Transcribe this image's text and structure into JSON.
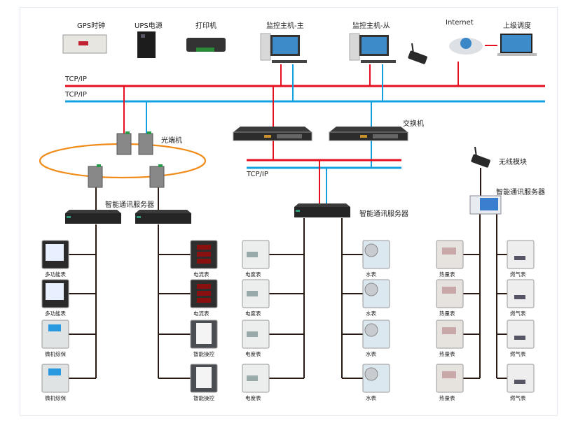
{
  "top_devices": {
    "gps": "GPS时钟",
    "ups": "UPS电源",
    "printer": "打印机",
    "host_main": "监控主机-主",
    "host_backup": "监控主机-从",
    "internet": "Internet",
    "upper_dispatch": "上级调度"
  },
  "networks": {
    "red_bus": "TCP/IP",
    "blue_bus": "TCP/IP",
    "lower_bus": "TCP/IP"
  },
  "middle": {
    "optical_transceiver": "光端机",
    "switch": "交换机",
    "wireless_module": "无线模块",
    "comm_server_left": "智能通讯服务器",
    "comm_server_mid": "智能通讯服务器",
    "comm_server_right": "智能通讯服务器"
  },
  "columns": [
    {
      "name": "col-1",
      "items": [
        "多功能表",
        "多功能表",
        "微机综保",
        "微机综保"
      ]
    },
    {
      "name": "col-2",
      "items": [
        "电流表",
        "电流表",
        "智能操控",
        "智能操控"
      ]
    },
    {
      "name": "col-3",
      "items": [
        "电度表",
        "电度表",
        "电度表",
        "电度表"
      ]
    },
    {
      "name": "col-4",
      "items": [
        "水表",
        "水表",
        "水表",
        "水表"
      ]
    },
    {
      "name": "col-5",
      "items": [
        "热量表",
        "热量表",
        "热量表",
        "热量表"
      ]
    },
    {
      "name": "col-6",
      "items": [
        "燃气表",
        "燃气表",
        "燃气表",
        "燃气表"
      ]
    }
  ],
  "colors": {
    "red_bus": "#e50f1f",
    "blue_bus": "#14a0e0",
    "ring": "#f08c1a",
    "field_bus": "#2a1a14"
  }
}
